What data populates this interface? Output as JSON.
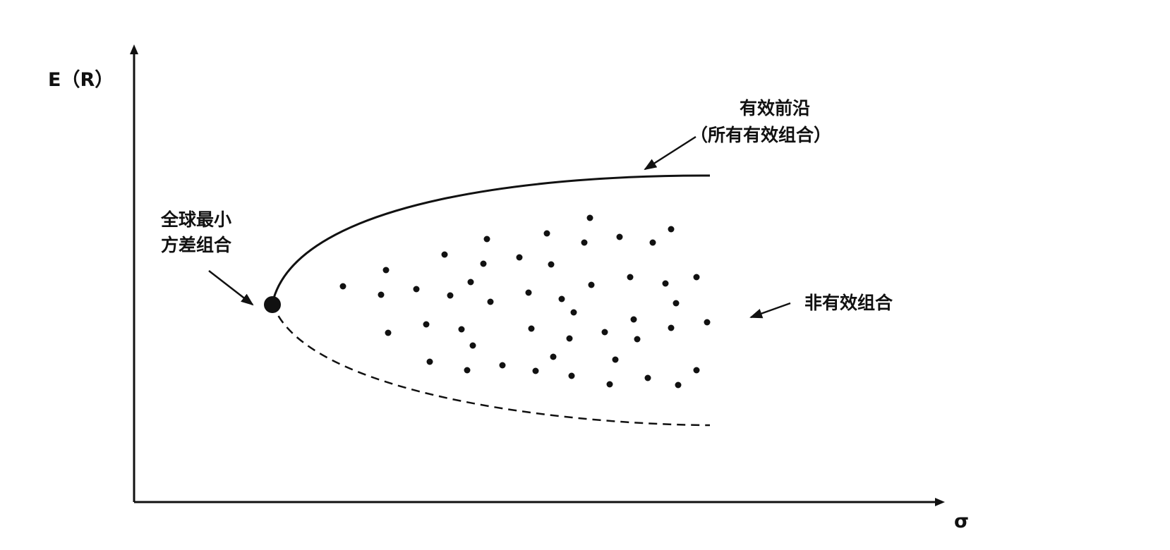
{
  "axes": {
    "y_label": "E（R）",
    "x_label": "σ"
  },
  "labels": {
    "efficient_frontier_line1": "有效前沿",
    "efficient_frontier_line2": "（所有有效组合）",
    "gmv_line1": "全球最小",
    "gmv_line2": "方差组合",
    "inefficient": "非有效组合"
  },
  "colors": {
    "ink": "#111111",
    "background": "#ffffff"
  }
}
